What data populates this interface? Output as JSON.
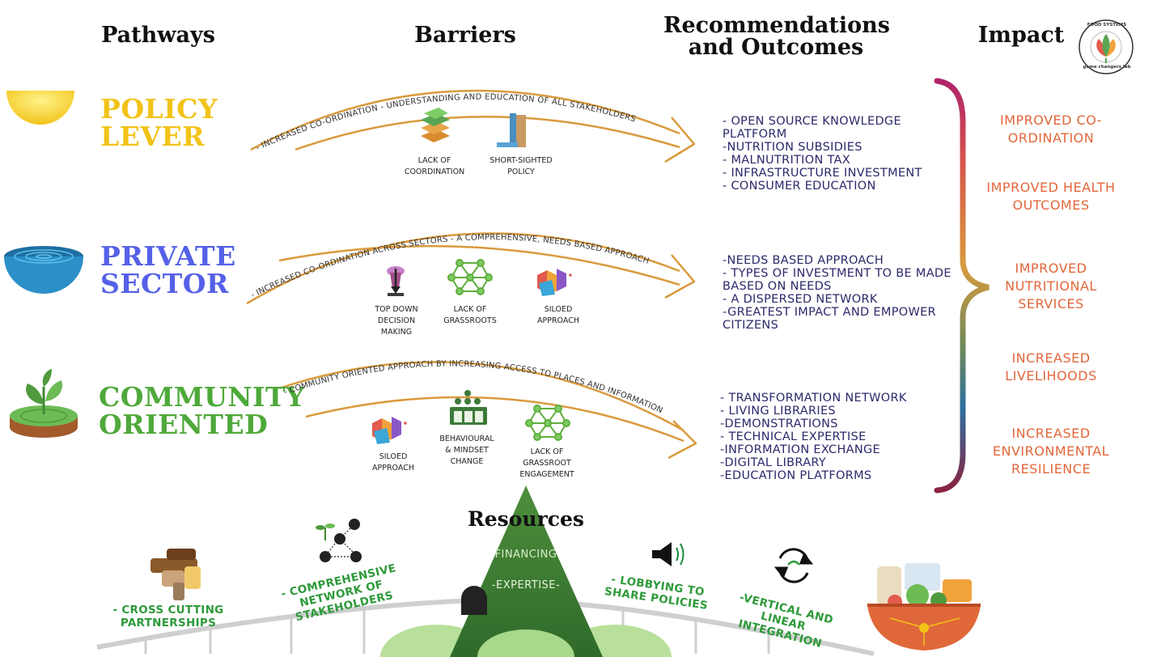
{
  "headers": {
    "pathways": "Pathways",
    "barriers": "Barriers",
    "recommendations_line1": "Recommendations",
    "recommendations_line2": "and Outcomes",
    "impact": "Impact"
  },
  "logo": {
    "top_text": "FOOD SYSTEMS",
    "bottom_text": "game changers lab"
  },
  "pathways": [
    {
      "line1": "POLICY",
      "line2": "LEVER",
      "color": "#f2c318"
    },
    {
      "line1": "PRIVATE",
      "line2": "SECTOR",
      "color": "#5560e8"
    },
    {
      "line1": "COMMUNITY",
      "line2": "ORIENTED",
      "color": "#4ea93a"
    }
  ],
  "arrows": [
    "- INCREASED CO-ORDINATION  - UNDERSTANDING AND EDUCATION OF ALL STAKEHOLDERS",
    "- INCREASED CO-ORDINATION ACROSS SECTORS -  A COMPREHENSIVE, NEEDS BASED APPROACH",
    "- COMMUNITY ORIENTED APPROACH BY INCREASING ACCESS TO PLACES AND INFORMATION"
  ],
  "barriers": {
    "policy": [
      {
        "label": "LACK OF\nCOORDINATION",
        "icon": "stacked-layers-icon"
      },
      {
        "label": "SHORT-SIGHTED\nPOLICY",
        "icon": "short-sighted-icon"
      }
    ],
    "private": [
      {
        "label": "TOP DOWN\nDECISION\nMAKING",
        "icon": "top-down-icon"
      },
      {
        "label": "LACK OF\nGRASSROOTS",
        "icon": "network-icon"
      },
      {
        "label": "SILOED\nAPPROACH",
        "icon": "siloed-icon"
      }
    ],
    "community": [
      {
        "label": "SILOED\nAPPROACH",
        "icon": "siloed-icon"
      },
      {
        "label": "BEHAVIOURAL\n& MINDSET\nCHANGE",
        "icon": "people-icon"
      },
      {
        "label": "LACK OF\nGRASSROOT\nENGAGEMENT",
        "icon": "network-icon"
      }
    ]
  },
  "recommendations": [
    "- OPEN SOURCE KNOWLEDGE\nPLATFORM\n-NUTRITION SUBSIDIES\n- MALNUTRITION TAX\n- INFRASTRUCTURE INVESTMENT\n- CONSUMER EDUCATION",
    "-NEEDS BASED APPROACH\n- TYPES OF INVESTMENT TO BE MADE\nBASED ON NEEDS\n- A DISPERSED NETWORK\n-GREATEST IMPACT AND EMPOWER\nCITIZENS",
    "- TRANSFORMATION NETWORK\n- LIVING LIBRARIES\n-DEMONSTRATIONS\n- TECHNICAL EXPERTISE\n-INFORMATION EXCHANGE\n-DIGITAL LIBRARY\n-EDUCATION PLATFORMS"
  ],
  "impacts": [
    "IMPROVED CO-\nORDINATION",
    "IMPROVED HEALTH\nOUTCOMES",
    "IMPROVED\nNUTRITIONAL\nSERVICES",
    "INCREASED\nLIVELIHOODS",
    "INCREASED\nENVIRONMENTAL\nRESILIENCE"
  ],
  "resources": {
    "title": "Resources",
    "financing": "FINANCING",
    "expertise": "-EXPERTISE-",
    "items": [
      "- CROSS CUTTING\nPARTNERSHIPS",
      "- COMPREHENSIVE\nNETWORK OF\nSTAKEHOLDERS",
      "- LOBBYING TO\nSHARE POLICIES",
      "-VERTICAL AND\nLINEAR\nINTEGRATION"
    ]
  },
  "colors": {
    "arrow": "#d99a3d",
    "recommendation_text": "#2b2a6b",
    "impact_text": "#e2673a",
    "resource_text": "#2e9a3a",
    "bracket_gradient": [
      "#b0236a",
      "#d4564a",
      "#d99a3d",
      "#3a8f8a",
      "#2e6fa0",
      "#8a2340"
    ]
  }
}
